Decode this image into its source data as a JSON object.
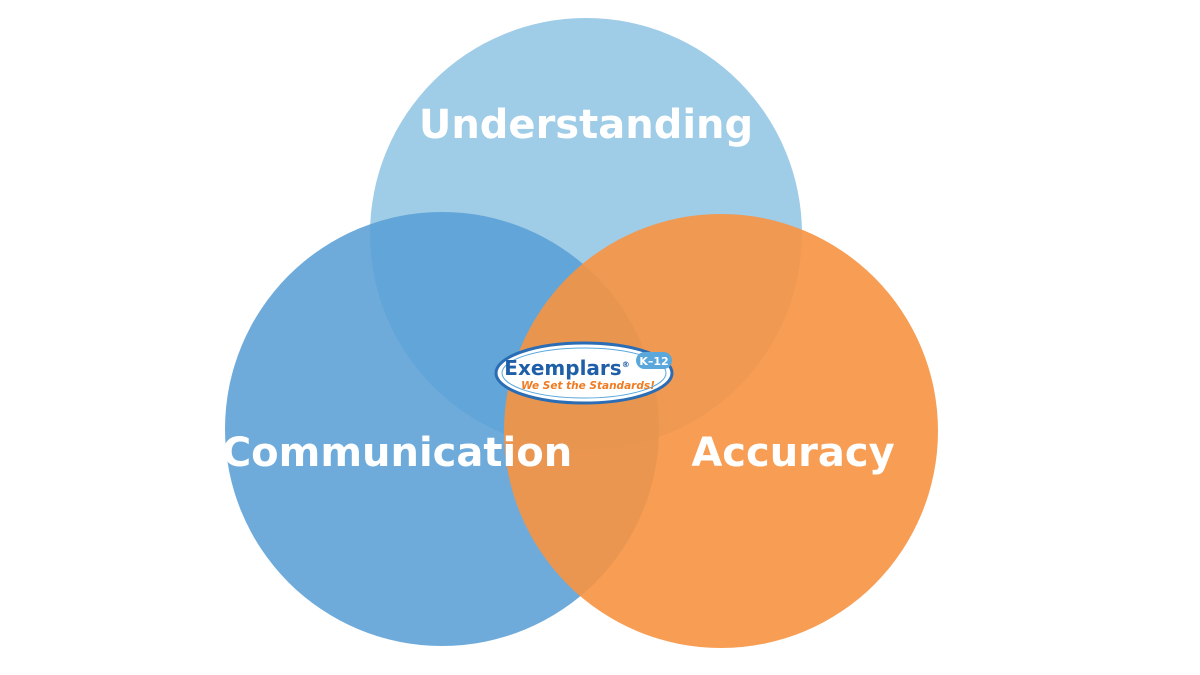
{
  "diagram": {
    "circles": [
      {
        "id": "understanding",
        "label": "Understanding",
        "color": "#8ec3e3"
      },
      {
        "id": "communication",
        "label": "Communication",
        "color": "#5a9fd6"
      },
      {
        "id": "accuracy",
        "label": "Accuracy",
        "color": "#f79441"
      }
    ]
  },
  "logo": {
    "name": "Exemplars",
    "registered_mark": "®",
    "grade_badge": "K–12",
    "tagline": "We Set the Standards!",
    "colors": {
      "name": "#1f5fa8",
      "tagline": "#ef7b22",
      "badge": "#5aa7dc",
      "outline": "#2a6db5"
    }
  }
}
